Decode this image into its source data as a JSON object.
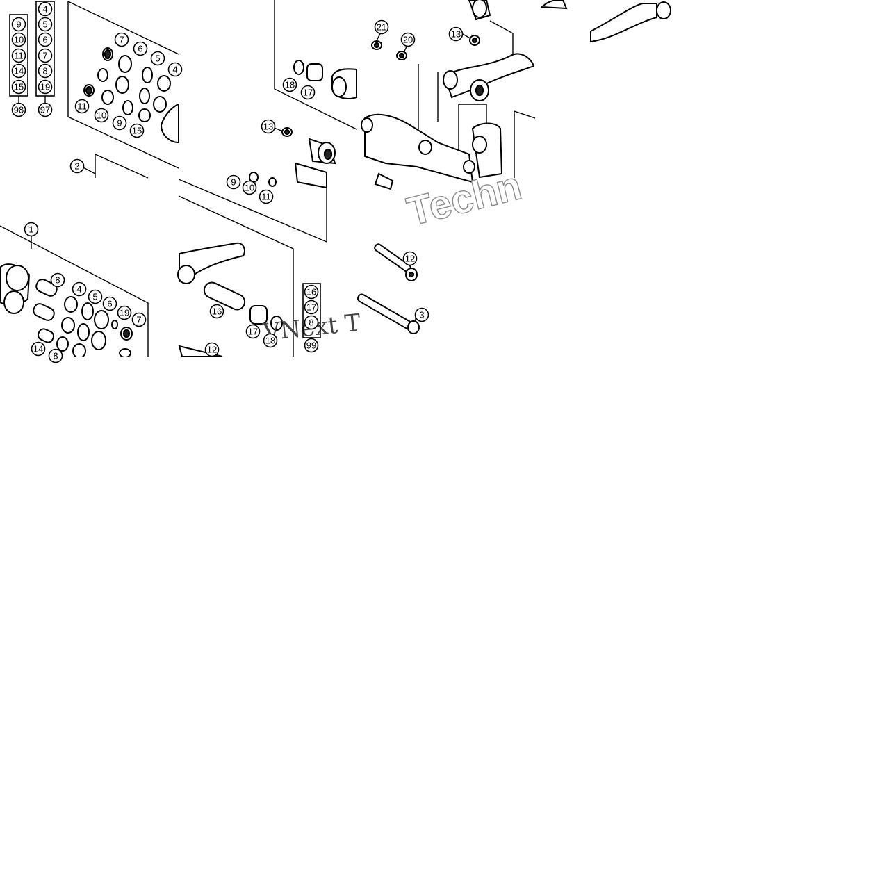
{
  "diagram": {
    "watermarks": [
      "Techn",
      "VNext T"
    ],
    "kit_groups": [
      {
        "kit": "98",
        "parts": [
          "9",
          "10",
          "11",
          "14",
          "15"
        ]
      },
      {
        "kit": "97",
        "parts": [
          "4",
          "5",
          "6",
          "7",
          "8",
          "19"
        ]
      },
      {
        "kit": "99",
        "parts": [
          "16",
          "17",
          "8"
        ]
      }
    ],
    "callouts": [
      "1",
      "2",
      "3",
      "4",
      "5",
      "6",
      "7",
      "8",
      "9",
      "10",
      "11",
      "12",
      "13",
      "14",
      "15",
      "16",
      "17",
      "18",
      "19",
      "20",
      "21"
    ]
  }
}
